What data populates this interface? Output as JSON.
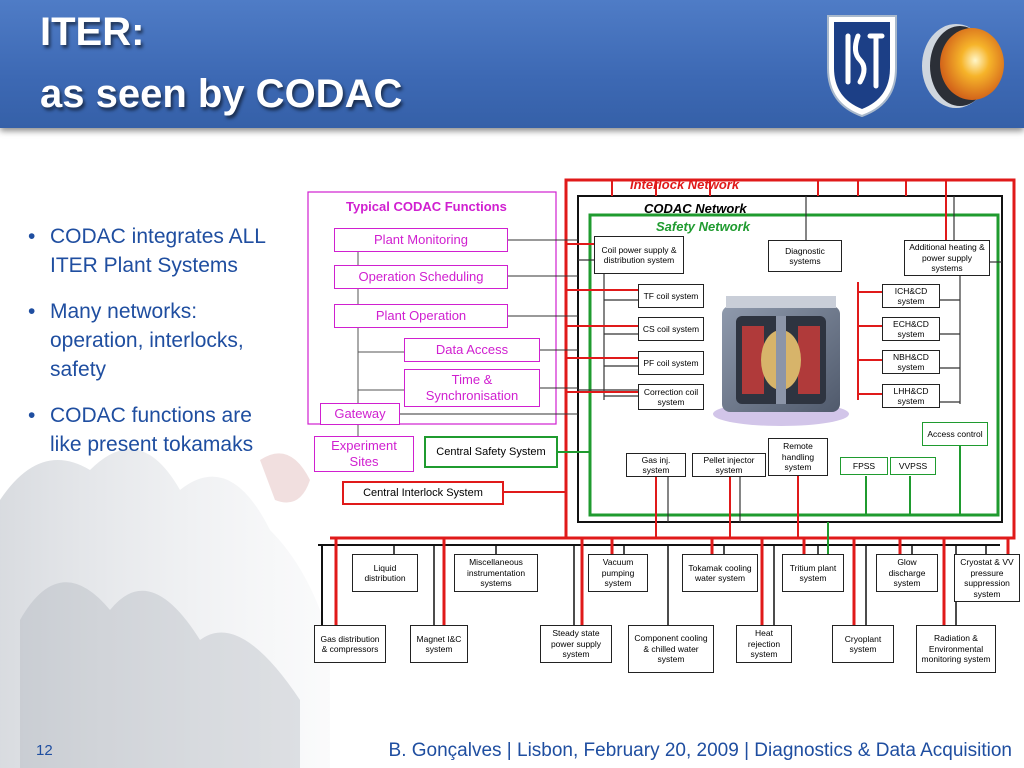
{
  "slide": {
    "title_line1": "ITER:",
    "title_line2": "as seen by CODAC",
    "bullets": [
      "CODAC integrates ALL ITER Plant Systems",
      "Many networks: operation, interlocks, safety",
      "CODAC functions are like present tokamaks"
    ],
    "footer": "B. Gonçalves | Lisbon, February 20, 2009 | Diagnostics & Data Acquisition",
    "page_number": "12",
    "logos": [
      "ist-shield-logo",
      "cfn-orb-logo"
    ],
    "colors": {
      "banner": "#3d69b4",
      "text": "#1f4ea0",
      "interlock": "#e01a1a",
      "safety": "#1f9b2f",
      "functions": "#d020d0"
    }
  },
  "diagram": {
    "labels": {
      "interlock_network": "Interlock Network",
      "codac_network": "CODAC Network",
      "safety_network": "Safety Network",
      "typical_functions": "Typical CODAC Functions"
    },
    "functions": {
      "plant_monitoring": "Plant Monitoring",
      "operation_scheduling": "Operation Scheduling",
      "plant_operation": "Plant Operation",
      "data_access": "Data Access",
      "time_sync": "Time & Synchronisation",
      "gateway": "Gateway",
      "experiment_sites": "Experiment Sites"
    },
    "central_safety": "Central Safety System",
    "central_interlock": "Central Interlock System",
    "inner_systems": {
      "coil_power": "Coil power supply & distribution system",
      "diagnostic": "Diagnostic systems",
      "additional_heating": "Additional heating & power supply systems",
      "tf_coil": "TF coil system",
      "cs_coil": "CS coil system",
      "pf_coil": "PF coil system",
      "correction_coil": "Correction coil system",
      "ichcd": "ICH&CD system",
      "echcd": "ECH&CD system",
      "nbhcd": "NBH&CD system",
      "lhhcd": "LHH&CD system",
      "access_control": "Access control",
      "gas_inj": "Gas inj. system",
      "pellet_injector": "Pellet injector system",
      "remote_handling": "Remote handling system",
      "fpss": "FPSS",
      "vvpss": "VVPSS"
    },
    "bottom_row1": {
      "liquid": "Liquid distribution",
      "misc": "Miscellaneous instrumentation systems",
      "vacuum": "Vacuum pumping system",
      "tokamak_cooling": "Tokamak cooling water system",
      "tritium": "Tritium plant system",
      "glow": "Glow discharge system",
      "cryostat": "Cryostat & VV pressure suppression system"
    },
    "bottom_row2": {
      "gas_dist": "Gas distribution & compressors",
      "magnet": "Magnet I&C system",
      "steady_state": "Steady state power supply system",
      "component_cooling": "Component cooling & chilled water system",
      "heat_rejection": "Heat rejection system",
      "cryoplant": "Cryoplant system",
      "radiation": "Radiation & Environmental monitoring system"
    }
  }
}
